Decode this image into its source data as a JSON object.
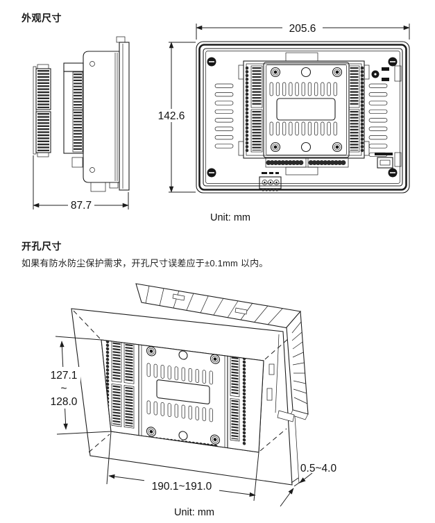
{
  "titles": {
    "appearance": "外观尺寸",
    "cutout": "开孔尺寸"
  },
  "note": "如果有防水防尘保护需求，开孔尺寸误差应于±0.1mm 以内。",
  "units": {
    "top": "Unit: mm",
    "bottom": "Unit: mm"
  },
  "appearance_dims": {
    "width": "205.6",
    "height": "142.6",
    "depth": "87.7"
  },
  "cutout_dims": {
    "height_min": "127.1",
    "height_tilde": "~",
    "height_max": "128.0",
    "width_range": "190.1~191.0",
    "thickness_range": "0.5~4.0"
  },
  "colors": {
    "line": "#1c1c1c",
    "text": "#111111",
    "background": "#ffffff"
  }
}
